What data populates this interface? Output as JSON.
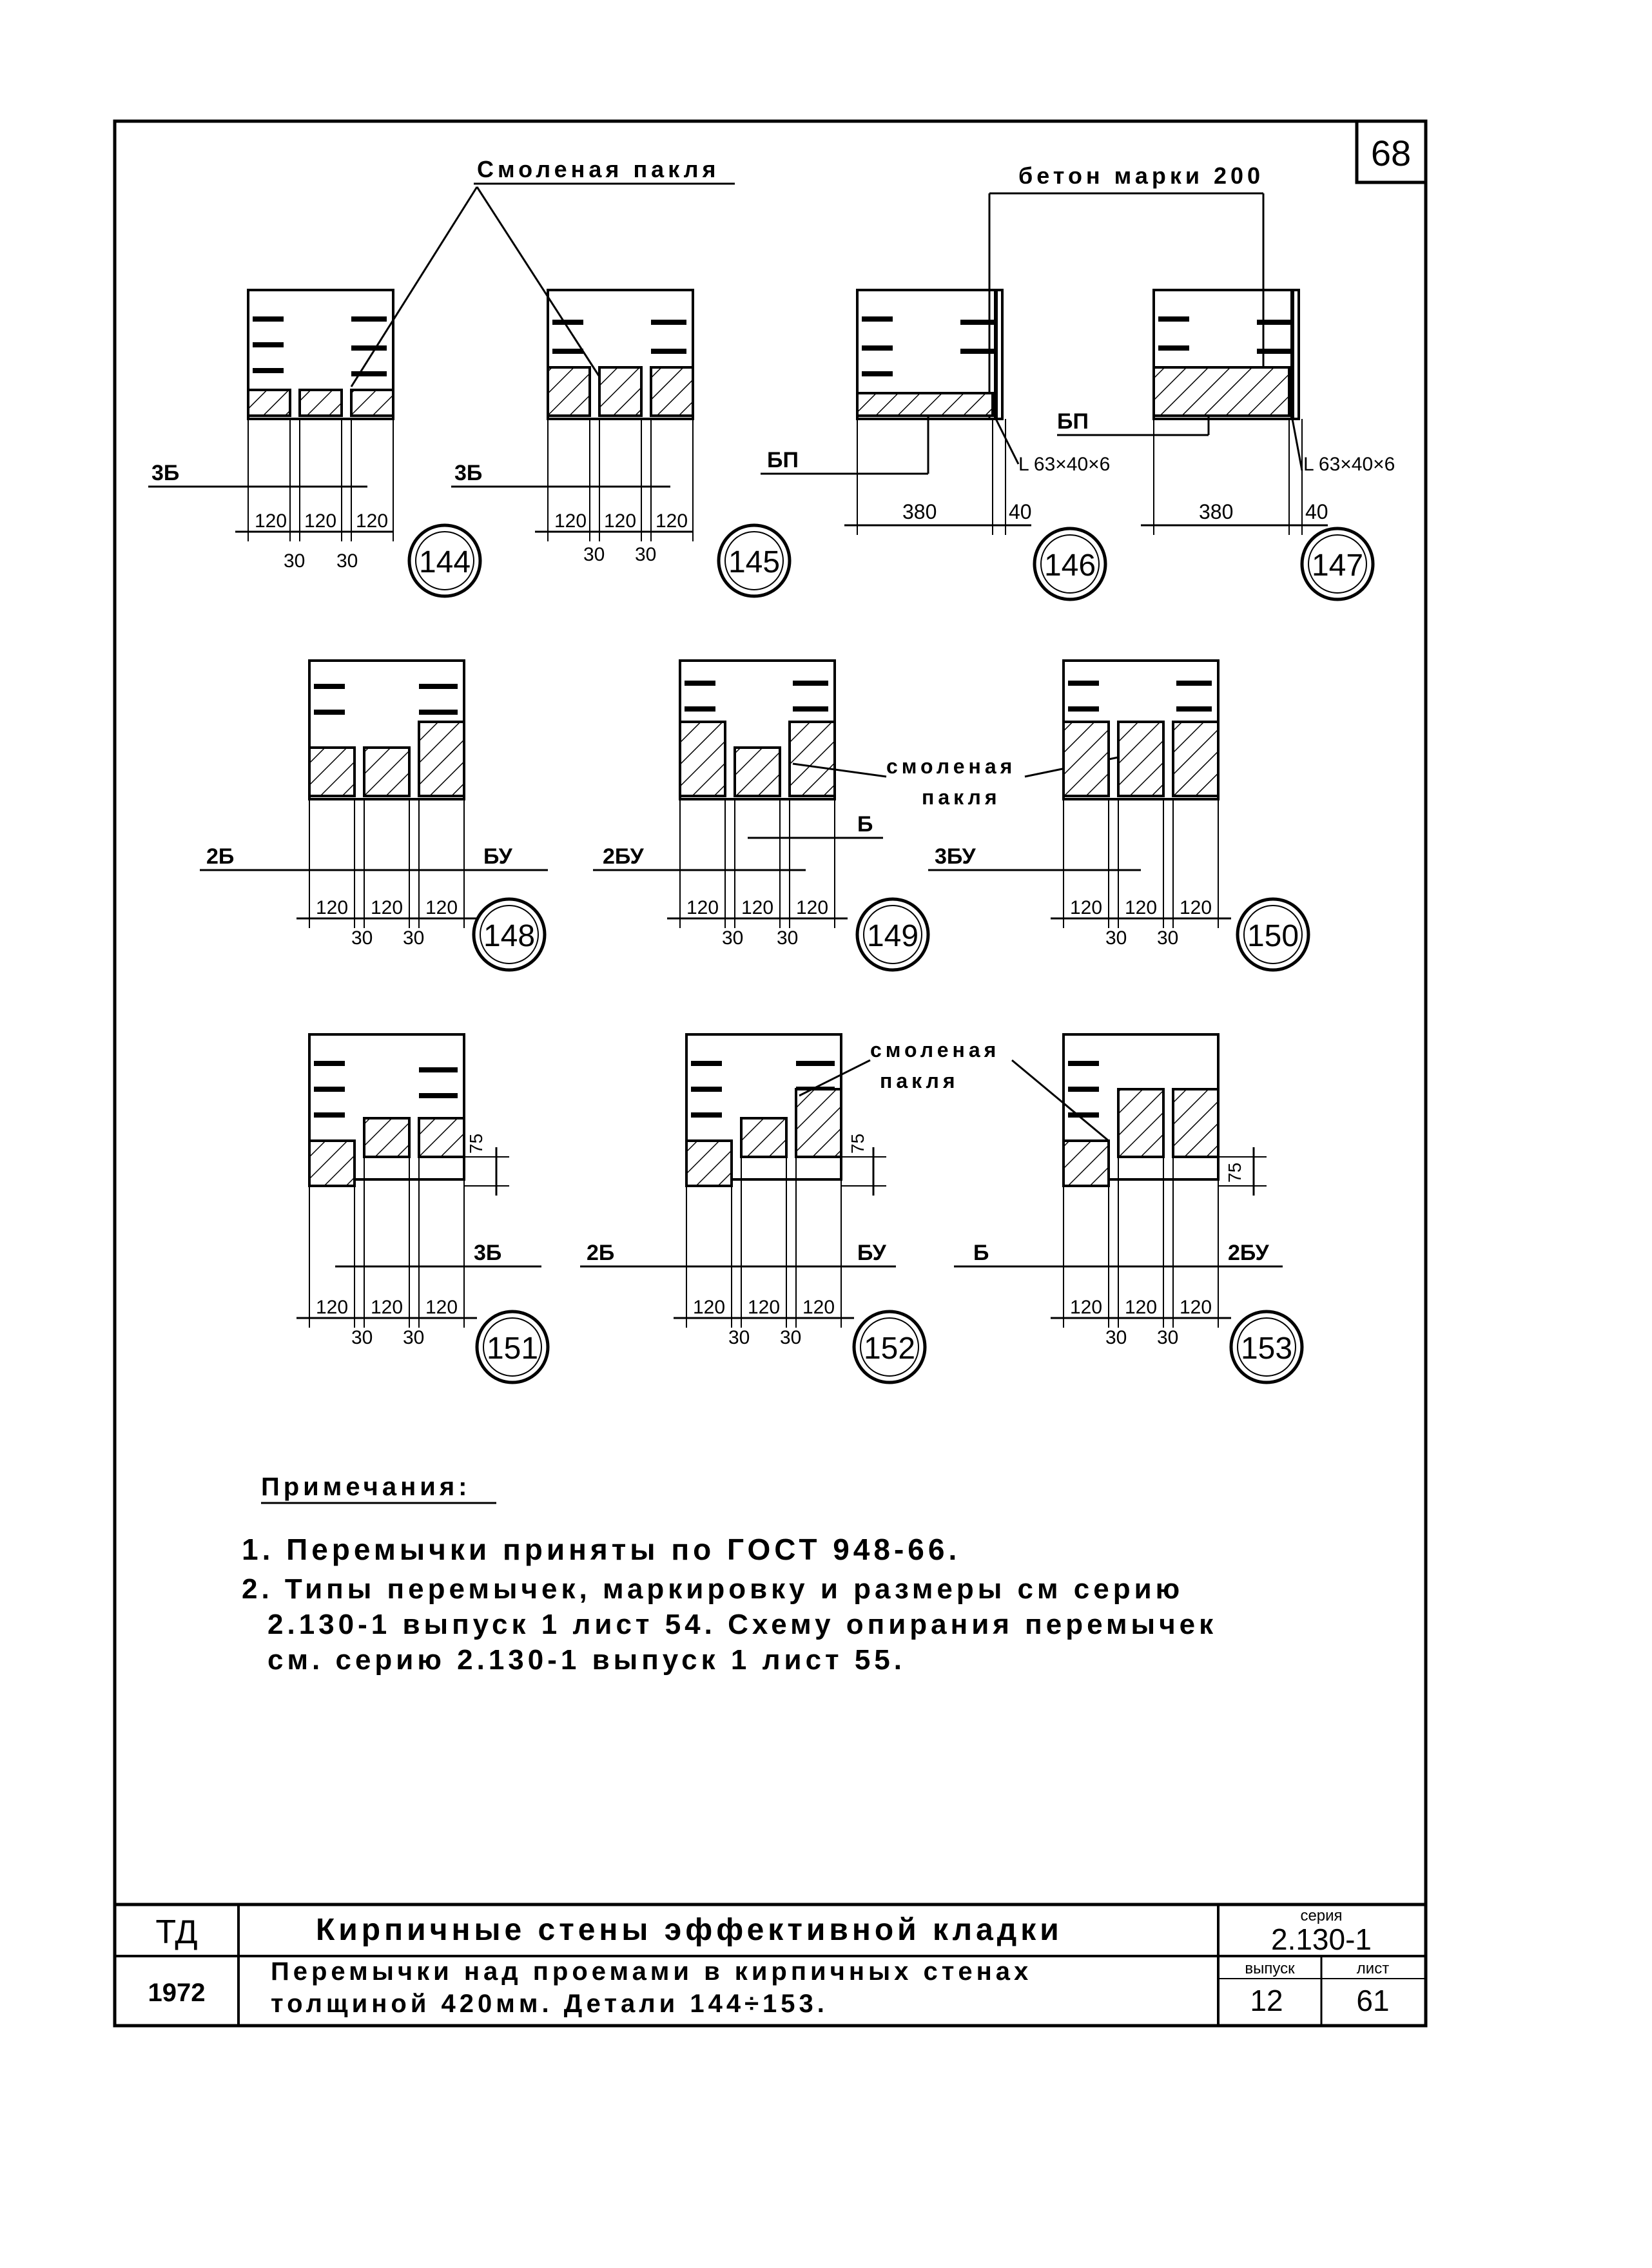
{
  "sheet": {
    "page_number": "68",
    "resin_tow_label": "Смоленая пакля",
    "concrete_label": "бетон марки 200",
    "resin_tow_label_mid": [
      "смоленая",
      "пакля"
    ],
    "resin_tow_label_bottom": [
      "смоленая",
      "пакля"
    ]
  },
  "details": [
    {
      "number": "144",
      "marks": [
        "3Б"
      ],
      "dims": [
        "120",
        "120",
        "120"
      ],
      "gaps": [
        "30",
        "30"
      ]
    },
    {
      "number": "145",
      "marks": [
        "3Б"
      ],
      "dims": [
        "120",
        "120",
        "120"
      ],
      "gaps": [
        "30",
        "30"
      ]
    },
    {
      "number": "146",
      "marks": [
        "БП"
      ],
      "angle": "L 63×40×6",
      "dims": [
        "380",
        "40"
      ]
    },
    {
      "number": "147",
      "marks": [
        "БП"
      ],
      "angle": "L 63×40×6",
      "dims": [
        "380",
        "40"
      ]
    },
    {
      "number": "148",
      "marks": [
        "2Б",
        "БУ"
      ],
      "dims": [
        "120",
        "120",
        "120"
      ],
      "gaps": [
        "30",
        "30"
      ]
    },
    {
      "number": "149",
      "marks": [
        "2БУ",
        "Б"
      ],
      "dims": [
        "120",
        "120",
        "120"
      ],
      "gaps": [
        "30",
        "30"
      ]
    },
    {
      "number": "150",
      "marks": [
        "3БУ"
      ],
      "dims": [
        "120",
        "120",
        "120"
      ],
      "gaps": [
        "30",
        "30"
      ]
    },
    {
      "number": "151",
      "marks": [
        "3Б"
      ],
      "dims": [
        "120",
        "120",
        "120"
      ],
      "gaps": [
        "30",
        "30"
      ],
      "offset": "75"
    },
    {
      "number": "152",
      "marks": [
        "2Б",
        "БУ"
      ],
      "dims": [
        "120",
        "120",
        "120"
      ],
      "gaps": [
        "30",
        "30"
      ],
      "offset": "75"
    },
    {
      "number": "153",
      "marks": [
        "Б",
        "2БУ"
      ],
      "dims": [
        "120",
        "120",
        "120"
      ],
      "gaps": [
        "30",
        "30"
      ],
      "offset": "75"
    }
  ],
  "notes": {
    "heading": "Примечания:",
    "items": [
      "1. Перемычки приняты по ГОСТ 948-66.",
      "2. Типы перемычек, маркировку и размеры см серию",
      "2.130-1 выпуск 1 лист 54. Схему опирания перемычек",
      "см. серию 2.130-1 выпуск 1 лист 55."
    ]
  },
  "title_block": {
    "code": "ТД",
    "year": "1972",
    "title_line1": "Кирпичные стены эффективной кладки",
    "title_line2": "Перемычки над проемами в кирпичных стенах",
    "title_line3": "толщиной 420мм. Детали 144÷153.",
    "series_label": "серия",
    "series_value": "2.130-1",
    "issue_label": "выпуск",
    "issue_value": "12",
    "sheet_label": "лист",
    "sheet_value": "61"
  }
}
